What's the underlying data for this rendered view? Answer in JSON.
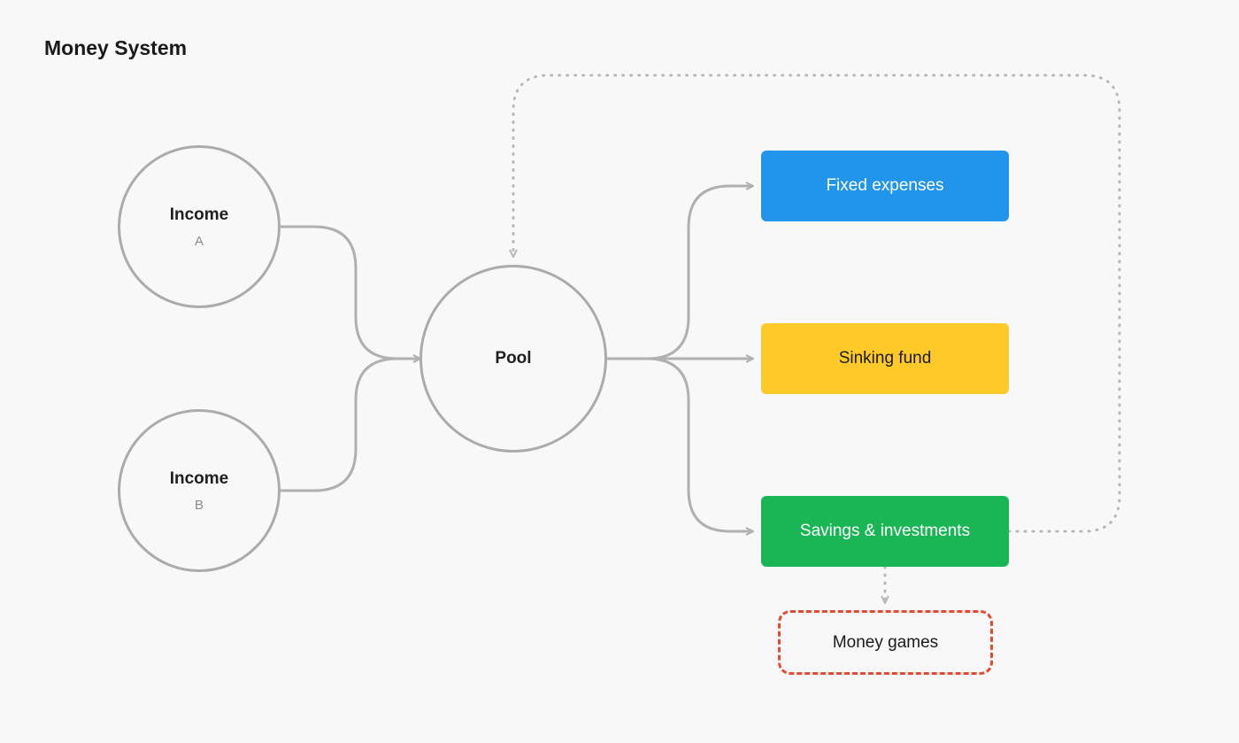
{
  "title": "Money System",
  "nodes": {
    "income_a": {
      "label": "Income",
      "sub": "A"
    },
    "income_b": {
      "label": "Income",
      "sub": "B"
    },
    "pool": {
      "label": "Pool"
    },
    "fixed_expenses": {
      "label": "Fixed expenses",
      "color": "#2194ec"
    },
    "sinking_fund": {
      "label": "Sinking fund",
      "color": "#ffc928"
    },
    "savings": {
      "label": "Savings & investments",
      "color": "#1ab555"
    },
    "money_games": {
      "label": "Money games",
      "border_color": "#e8482e"
    }
  },
  "colors": {
    "background": "#f8f8f8",
    "connector": "#b0b0b0",
    "dotted_connector": "#b8b8b8"
  }
}
